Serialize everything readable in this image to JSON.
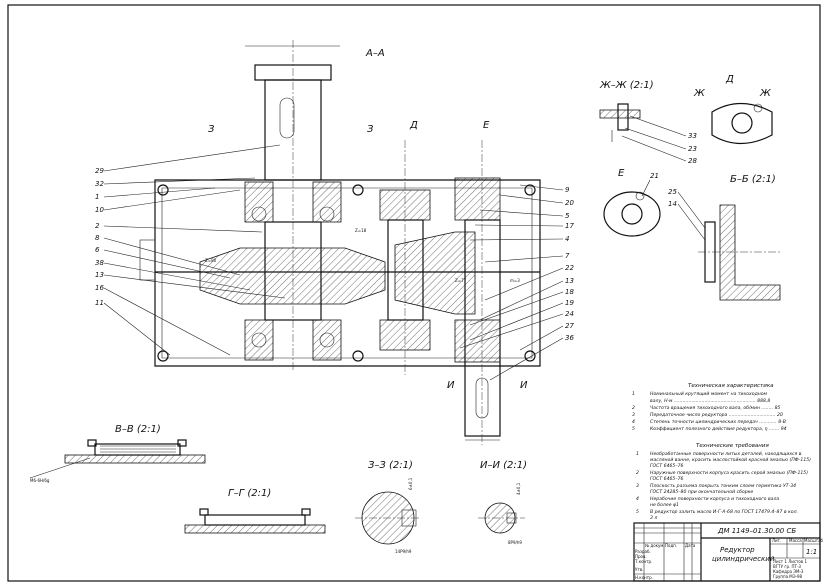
{
  "views": {
    "main": "А–А",
    "zh": "Ж–Ж (2:1)",
    "d": "Д",
    "e": "Е",
    "bb": "Б–Б (2:1)",
    "vv": "В–В (2:1)",
    "gg": "Г–Г (2:1)",
    "zz": "З–З (2:1)",
    "ii": "И–И (2:1)",
    "z_mark": "З",
    "d_mark": "Д",
    "e_mark": "Е",
    "i_mark": "И",
    "zh_mark": "Ж"
  },
  "callouts_left": [
    "29",
    "32",
    "1",
    "10",
    "2",
    "8",
    "6",
    "38",
    "13",
    "16",
    "11"
  ],
  "callouts_right": [
    "9",
    "20",
    "5",
    "17",
    "4",
    "7",
    "22",
    "13",
    "18",
    "19",
    "24",
    "27",
    "36"
  ],
  "callouts_zh": [
    "33",
    "23",
    "28"
  ],
  "callouts_misc": [
    "21",
    "25",
    "14"
  ],
  "dimensions": {
    "zz_key": "14P9/h9",
    "ii_key": "8P9/h9",
    "vv_fit": "M6-6H/6g",
    "zz_depth": "6±0,1",
    "ii_depth": "4±0,1",
    "gear1": "Z=80",
    "gear2": "Z=18",
    "gear3": "Z=77",
    "gear4": "m=3"
  },
  "tech_characteristics": {
    "title": "Техническая характеристика",
    "items": [
      {
        "n": "1",
        "text": "Номинальный крутящий момент на тихоходном"
      },
      {
        "n": "",
        "text": "валу, Н·м ........................................................ 888,8"
      },
      {
        "n": "2",
        "text": "Частота вращения тихоходного вала, об/мин ........ 85"
      },
      {
        "n": "3",
        "text": "Передаточное число редуктора ................................ 20"
      },
      {
        "n": "4",
        "text": "Степень точности цилиндрических передач ............ 8-В"
      },
      {
        "n": "5",
        "text": "Коэффициент полезного действия редуктора, η ....... 94"
      }
    ]
  },
  "requirements": {
    "title": "Технические требования",
    "items": [
      {
        "n": "1",
        "text": "Необработанные поверхности литых деталей, находящихся в"
      },
      {
        "n": "",
        "text": "масляной ванне, красить маслостойкой красной эмалью (ПФ-115)"
      },
      {
        "n": "",
        "text": "ГОСТ 6465–76"
      },
      {
        "n": "2",
        "text": "Наружные поверхности корпуса красить серой эмалью (ПФ-115)"
      },
      {
        "n": "",
        "text": "ГОСТ 6465–76"
      },
      {
        "n": "3",
        "text": "Плоскость разъема покрыть тонким слоем герметика УТ-34"
      },
      {
        "n": "",
        "text": "ГОСТ 24285–80 при окончательной сборке"
      },
      {
        "n": "4",
        "text": "Нерабочие поверхности корпуса и тихоходного вала"
      },
      {
        "n": "",
        "text": "не более    φ1"
      },
      {
        "n": "5",
        "text": "В редуктор залить масло И-Г-А-68 по ГОСТ 17479.4–87 в кол."
      },
      {
        "n": "",
        "text": "3 л"
      }
    ]
  },
  "title_block": {
    "designation": "ДМ 1149–01.30.00 СБ",
    "name_line1": "Редуктор",
    "name_line2": "цилиндрический",
    "col_lit": "Лит.",
    "col_mass": "Масса",
    "col_scale": "Масштаб",
    "scale": "1:1",
    "org1": "Лист 1  Листов 1",
    "org2": "ВГТУ гр. ПТ-3",
    "org3": "Кафедра ЭМ-3",
    "org4": "Группа МЭ-98",
    "rows": [
      "Разраб.",
      "Пров.",
      "Т.контр.",
      "Н.контр.",
      "Утв."
    ],
    "col_doc": "№ докум.",
    "col_sign": "Подп.",
    "col_date": "Дата"
  }
}
